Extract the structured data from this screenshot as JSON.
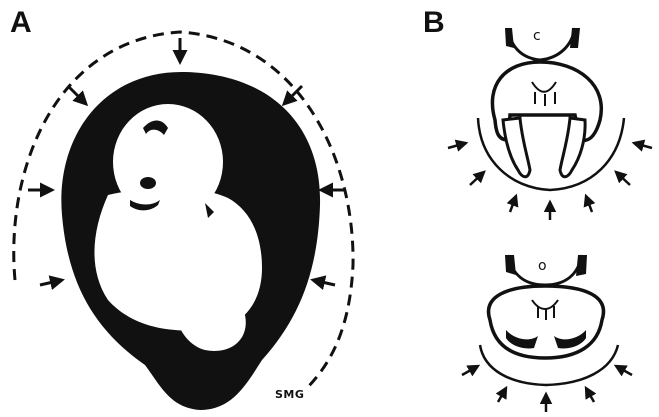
{
  "panels": {
    "a": {
      "label": "A"
    },
    "b": {
      "label": "B"
    }
  },
  "signature": "SMG",
  "colors": {
    "ink": "#111111",
    "background": "#ffffff"
  },
  "icons": [
    "arrow-icon"
  ]
}
